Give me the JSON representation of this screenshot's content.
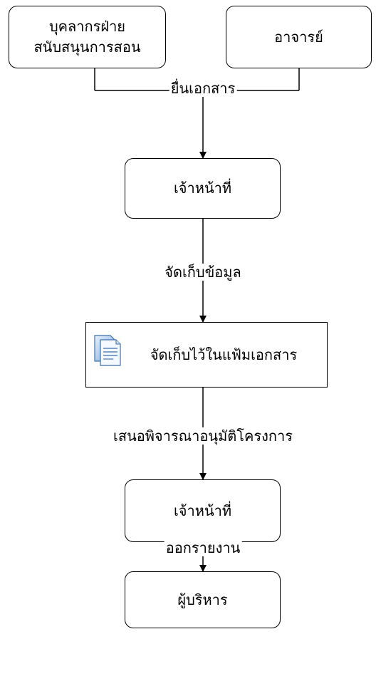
{
  "nodes": {
    "support_staff": "บุคลากรฝ่าย\nสนับสนุนการสอน",
    "lecturer": "อาจารย์",
    "officer_1": "เจ้าหน้าที่",
    "file_storage": "จัดเก็บไว้ในแฟ้มเอกสาร",
    "officer_2": "เจ้าหน้าที่",
    "executive": "ผู้บริหาร"
  },
  "edges": {
    "submit_docs": "ยื่นเอกสาร",
    "store_data": "จัดเก็บข้อมูล",
    "propose_approval": "เสนอพิจารณาอนุมัติโครงการ",
    "report": "ออกรายงาน"
  },
  "icons": {
    "file_storage_icon": "documents-icon"
  }
}
